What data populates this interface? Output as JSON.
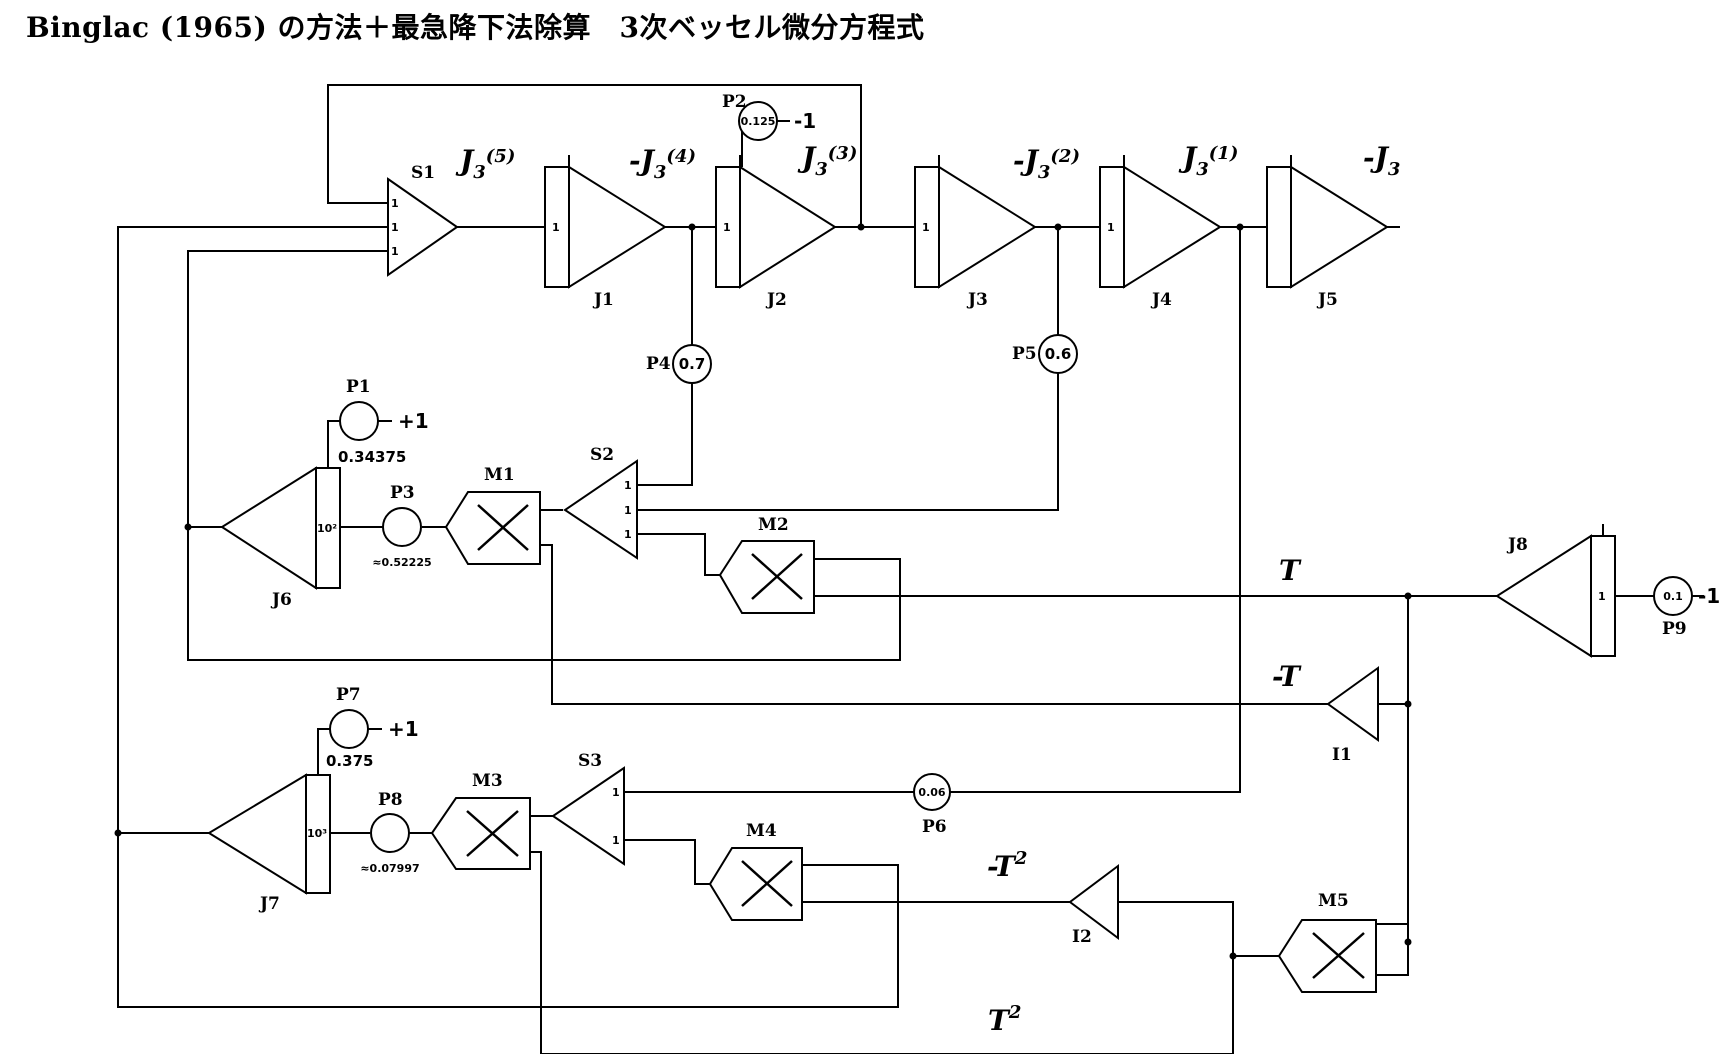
{
  "title": "Binglac (1965) の方法＋最急降下法除算　3次ベッセル微分方程式",
  "blocks": {
    "S1": "S1",
    "S2": "S2",
    "S3": "S3",
    "J1": "J1",
    "J2": "J2",
    "J3": "J3",
    "J4": "J4",
    "J5": "J5",
    "J6": "J6",
    "J7": "J7",
    "J8": "J8",
    "M1": "M1",
    "M2": "M2",
    "M3": "M3",
    "M4": "M4",
    "M5": "M5",
    "I1": "I1",
    "I2": "I2",
    "P1": "P1",
    "P2": "P2",
    "P3": "P3",
    "P4": "P4",
    "P5": "P5",
    "P6": "P6",
    "P7": "P7",
    "P8": "P8",
    "P9": "P9"
  },
  "pots": {
    "P1_ref": "+1",
    "P1_set": "0.34375",
    "P2_val": "0.125",
    "P2_ref": "-1",
    "P3_set": "≈0.52225",
    "P4_val": "0.7",
    "P5_val": "0.6",
    "P6_val": "0.06",
    "P7_ref": "+1",
    "P7_set": "0.375",
    "P8_set": "≈0.07997",
    "P9_val": "0.1",
    "P9_ref": "-1"
  },
  "gains": {
    "one": "1",
    "J6": "10²",
    "J7": "10³"
  },
  "signals": {
    "J3_main": "J",
    "J3_sub": "3",
    "d5": "(5)",
    "d4": "(4)",
    "d3": "(3)",
    "d2": "(2)",
    "d1": "(1)",
    "minus": "-",
    "T": "T",
    "minusT": "-T",
    "minusT2": "-T",
    "T2": "T",
    "sq": "2"
  }
}
